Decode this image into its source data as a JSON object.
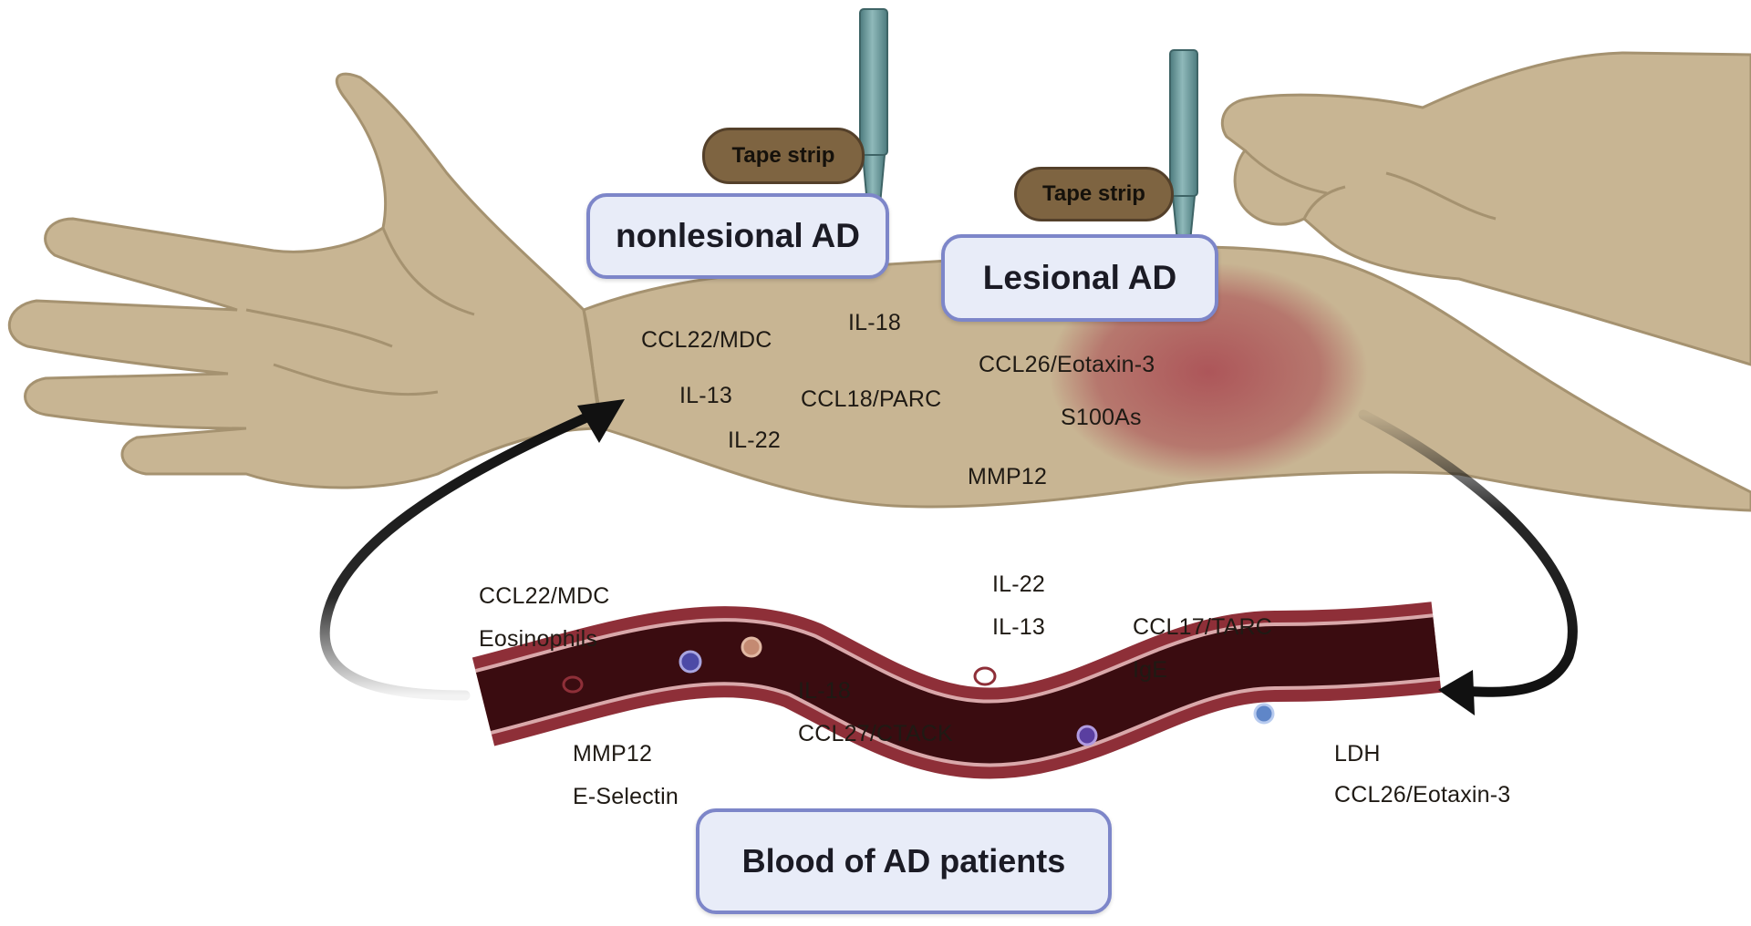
{
  "boxes": {
    "nonlesional": "nonlesional AD",
    "lesional": "Lesional AD",
    "blood": "Blood of AD patients"
  },
  "tape_strips": [
    "Tape strip",
    "Tape strip"
  ],
  "skin_markers": [
    "CCL22/MDC",
    "IL-18",
    "CCL26/Eotaxin-3",
    "IL-13",
    "CCL18/PARC",
    "S100As",
    "IL-22",
    "MMP12"
  ],
  "blood_markers": [
    "CCL22/MDC",
    "Eosinophils",
    "IL-22",
    "IL-13",
    "CCL17/TARC",
    "IgE",
    "IL-18",
    "CCL27/CTACK",
    "MMP12",
    "E-Selectin",
    "LDH",
    "CCL26/Eotaxin-3"
  ],
  "colors": {
    "skin": "#c8b593",
    "lesion": "#a8454f",
    "vessel_outer": "#8e2f38",
    "vessel_inner": "#3a0c10",
    "box_border": "#7d86c9",
    "box_fill": "#e8ecf8",
    "tape": "#7e6441",
    "needle": "#6f9a9b",
    "arrow": "#111111"
  }
}
